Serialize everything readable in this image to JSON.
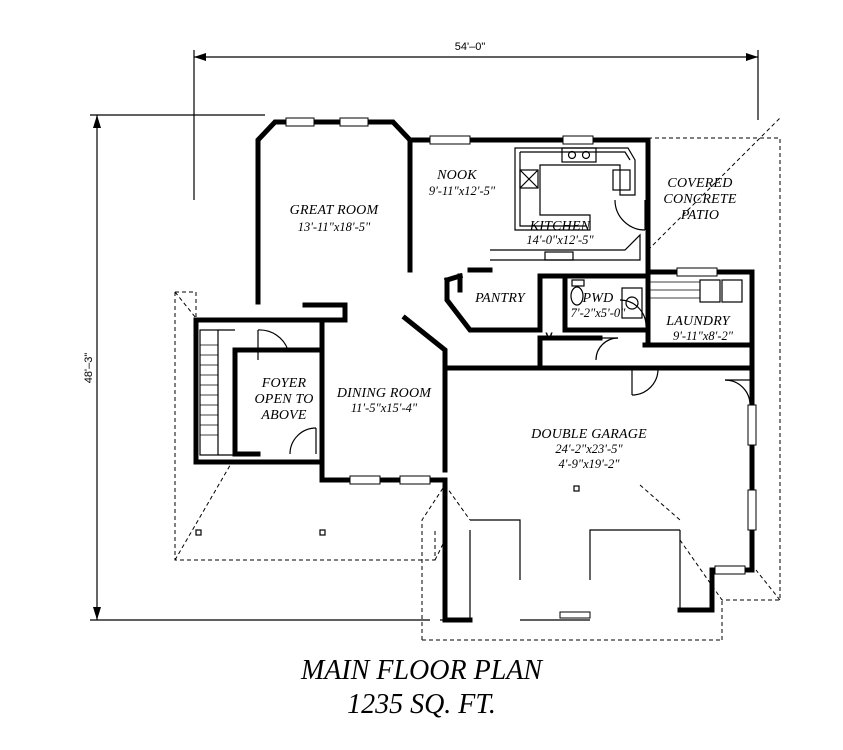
{
  "title": {
    "line1": "MAIN FLOOR PLAN",
    "line2": "1235 SQ. FT."
  },
  "dimensions": {
    "width": "54'–0\"",
    "depth": "48'–3\""
  },
  "rooms": {
    "great_room": {
      "name": "GREAT ROOM",
      "size": "13'-11\"x18'-5\""
    },
    "nook": {
      "name": "NOOK",
      "size": "9'-11\"x12'-5\""
    },
    "kitchen": {
      "name": "KITCHEN",
      "size": "14'-0\"x12'-5\""
    },
    "patio": {
      "line1": "COVERED",
      "line2": "CONCRETE",
      "line3": "PATIO"
    },
    "pantry": {
      "name": "PANTRY"
    },
    "powder": {
      "name": "PWD",
      "size": "7'-2\"x5'-0\""
    },
    "laundry": {
      "name": "LAUNDRY",
      "size": "9'-11\"x8'-2\""
    },
    "foyer": {
      "line1": "FOYER",
      "line2": "OPEN TO",
      "line3": "ABOVE"
    },
    "dining_room": {
      "name": "DINING ROOM",
      "size": "11'-5\"x15'-4\""
    },
    "garage": {
      "name": "DOUBLE GARAGE",
      "size1": "24'-2\"x23'-5\"",
      "size2": "4'-9\"x19'-2\""
    },
    "vent_mark": "V"
  }
}
